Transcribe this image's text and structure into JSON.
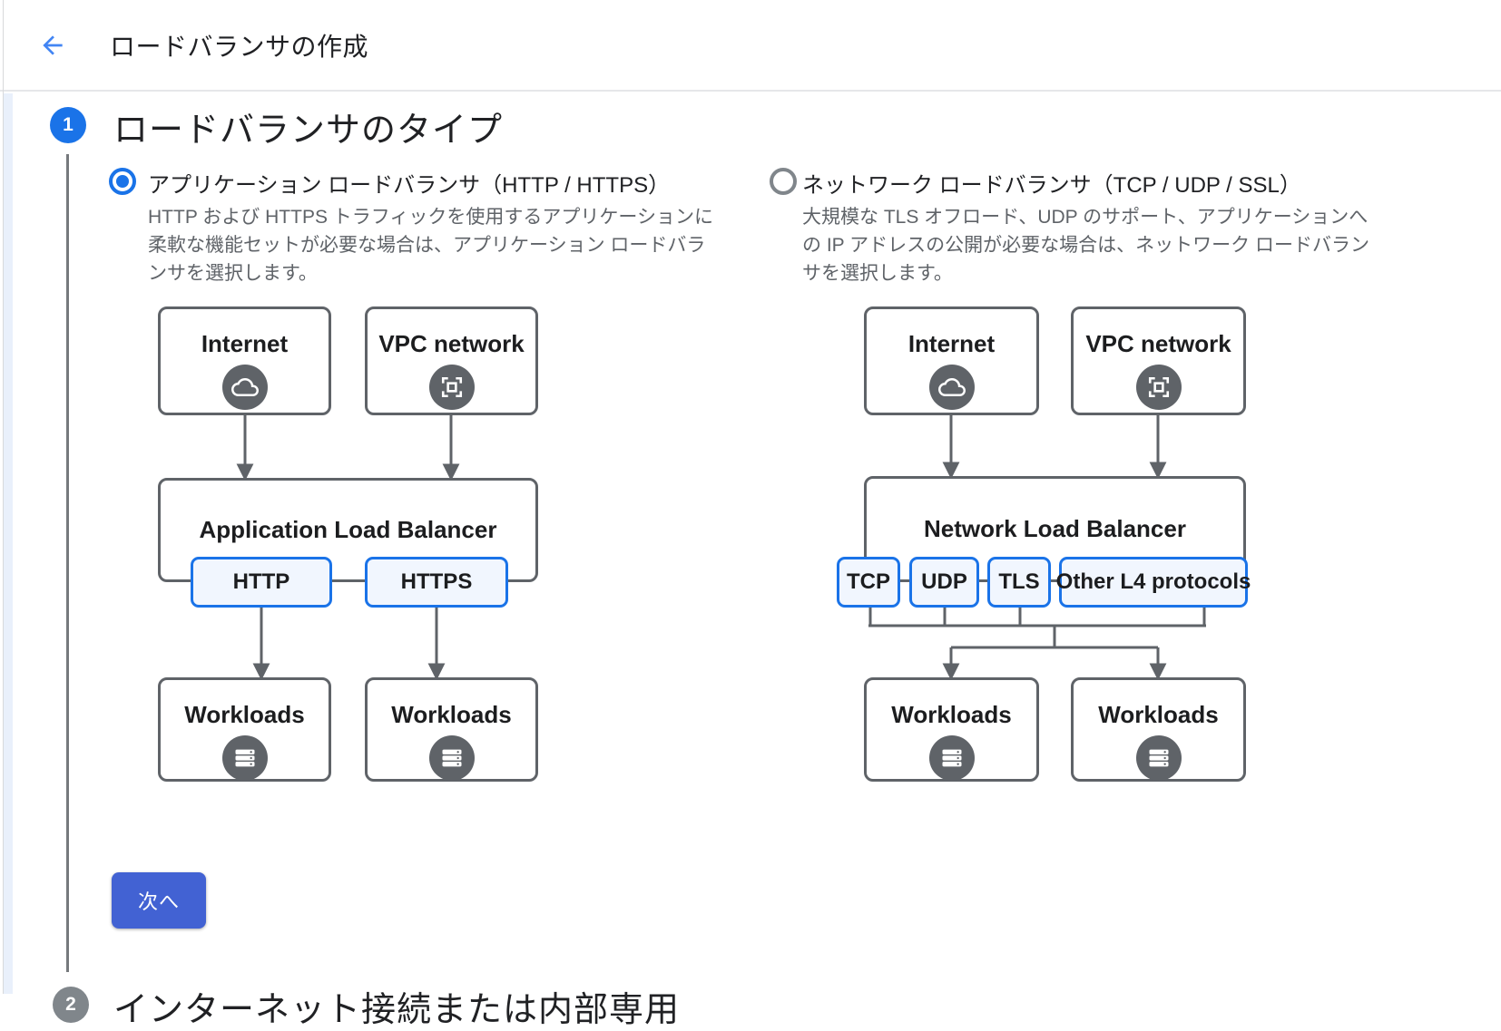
{
  "header": {
    "title": "ロードバランサの作成",
    "back_icon": "arrow-left-icon"
  },
  "colors": {
    "accent_blue": "#1a73e8",
    "back_arrow_blue": "#4285f4",
    "next_button_blue": "#4262d3",
    "node_border_gray": "#5f6368",
    "chip_fill": "#f1f6fe",
    "text_primary": "#202124",
    "text_secondary": "#5f6368"
  },
  "steps": [
    {
      "number": "1",
      "title": "ロードバランサのタイプ",
      "state": "active"
    },
    {
      "number": "2",
      "title": "インターネット接続または内部専用",
      "state": "upcoming"
    }
  ],
  "options": [
    {
      "label": "アプリケーション ロードバランサ（HTTP / HTTPS）",
      "selected": true,
      "description": "HTTP および HTTPS トラフィックを使用するアプリケーションに柔軟な機能セットが必要な場合は、アプリケーション ロードバランサを選択します。",
      "diagram": {
        "sources": [
          {
            "label": "Internet",
            "icon": "cloud-icon"
          },
          {
            "label": "VPC network",
            "icon": "vpc-network-icon"
          }
        ],
        "balancer": {
          "label": "Application Load Balancer",
          "protocols": [
            "HTTP",
            "HTTPS"
          ]
        },
        "targets": [
          {
            "label": "Workloads",
            "icon": "workloads-icon"
          },
          {
            "label": "Workloads",
            "icon": "workloads-icon"
          }
        ]
      }
    },
    {
      "label": "ネットワーク ロードバランサ（TCP / UDP / SSL）",
      "selected": false,
      "description": "大規模な TLS オフロード、UDP のサポート、アプリケーションへの IP アドレスの公開が必要な場合は、ネットワーク ロードバランサを選択します。",
      "diagram": {
        "sources": [
          {
            "label": "Internet",
            "icon": "cloud-icon"
          },
          {
            "label": "VPC network",
            "icon": "vpc-network-icon"
          }
        ],
        "balancer": {
          "label": "Network Load Balancer",
          "protocols": [
            "TCP",
            "UDP",
            "TLS",
            "Other L4 protocols"
          ]
        },
        "targets": [
          {
            "label": "Workloads",
            "icon": "workloads-icon"
          },
          {
            "label": "Workloads",
            "icon": "workloads-icon"
          }
        ]
      }
    }
  ],
  "next_button": {
    "label": "次へ"
  }
}
